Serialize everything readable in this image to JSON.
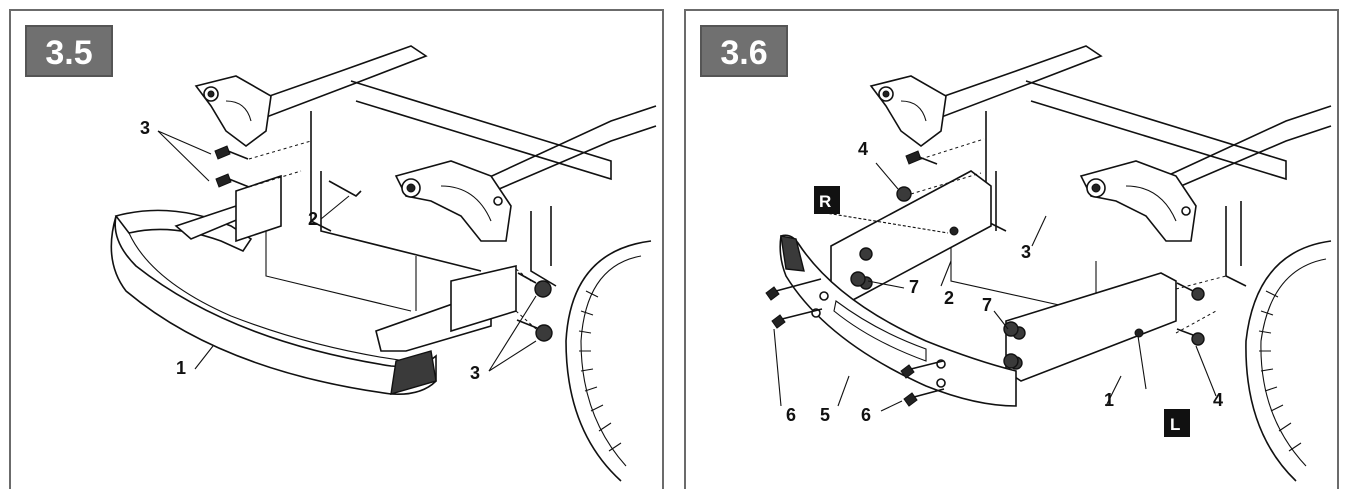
{
  "figures": [
    {
      "id": "3.5",
      "badge": "3.5",
      "callouts": [
        "3",
        "2",
        "1",
        "3"
      ]
    },
    {
      "id": "3.6",
      "badge": "3.6",
      "callouts": [
        "4",
        "3",
        "2",
        "7",
        "7",
        "6",
        "5",
        "6",
        "1",
        "4"
      ],
      "side_tags": [
        "R",
        "L"
      ]
    }
  ],
  "colors": {
    "badge_bg": "#707070",
    "badge_text": "#ffffff",
    "frame": "#6b6b6b",
    "ink": "#111111"
  }
}
